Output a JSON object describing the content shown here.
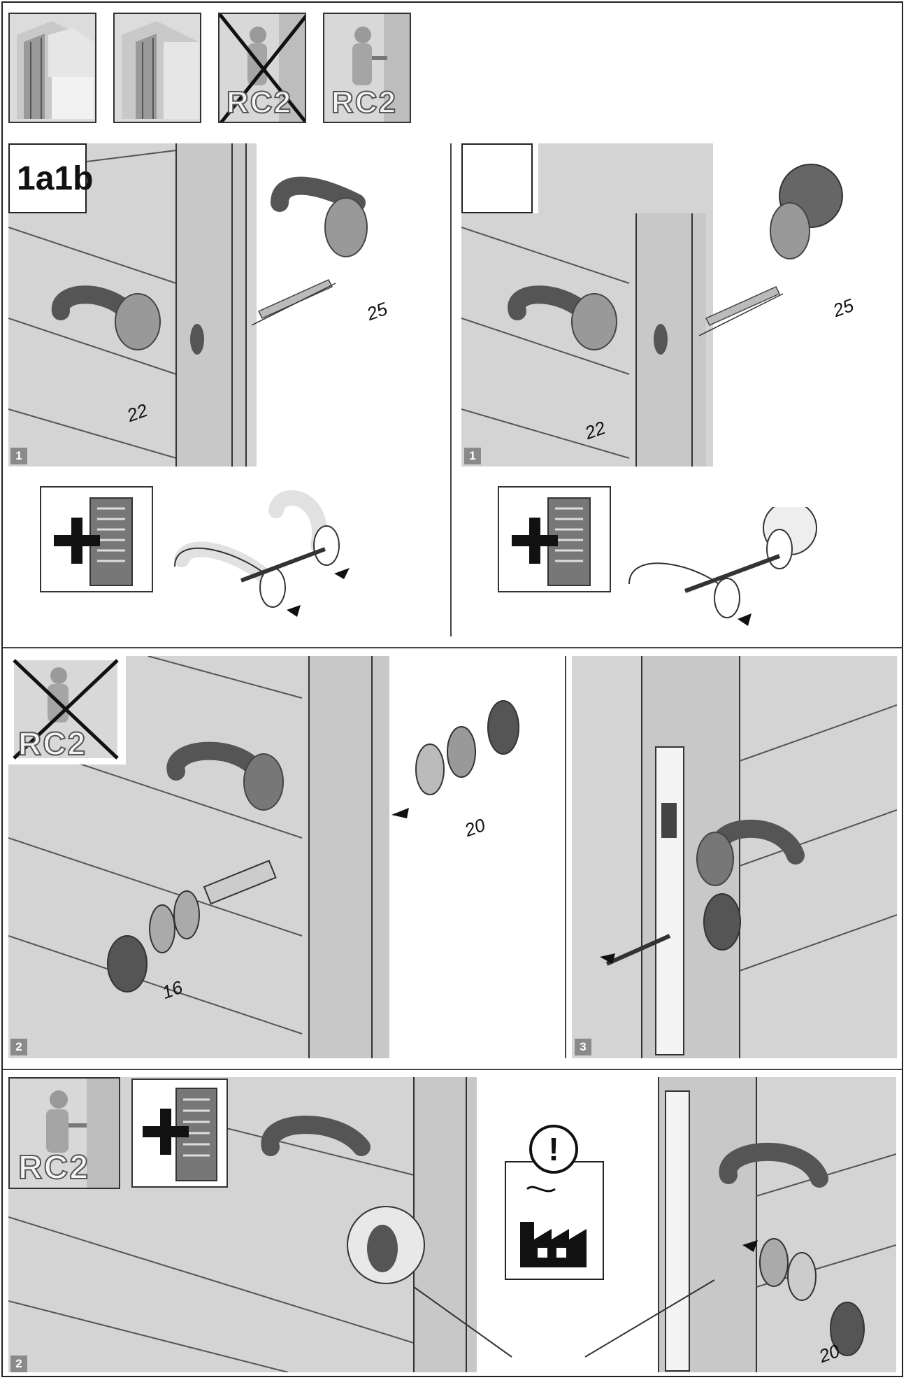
{
  "header": {
    "thumbs": [
      {
        "id": "profile-a",
        "label": ""
      },
      {
        "id": "profile-b",
        "label": ""
      },
      {
        "id": "rc2-crossed",
        "label": "RC2"
      },
      {
        "id": "rc2",
        "label": "RC2"
      }
    ]
  },
  "section1": {
    "variant_label": "1a1b",
    "left": {
      "step": "1",
      "dim_top": "25",
      "dim_bottom": "22"
    },
    "right": {
      "step": "1",
      "dim_top": "25",
      "dim_bottom": "22"
    }
  },
  "section2": {
    "rc_label": "RC2",
    "left": {
      "step": "2",
      "dim_top": "20",
      "dim_bottom": "16"
    },
    "right": {
      "step": "3"
    }
  },
  "section3": {
    "rc_label": "RC2",
    "step": "2",
    "dim": "20",
    "warning_symbol": "!",
    "icons": [
      "exclamation-icon",
      "factory-icon",
      "plus-icon",
      "worker-icon"
    ]
  },
  "colors": {
    "panel_gray": "#d4d4d4",
    "handle_dark": "#555555",
    "line": "#333333"
  }
}
